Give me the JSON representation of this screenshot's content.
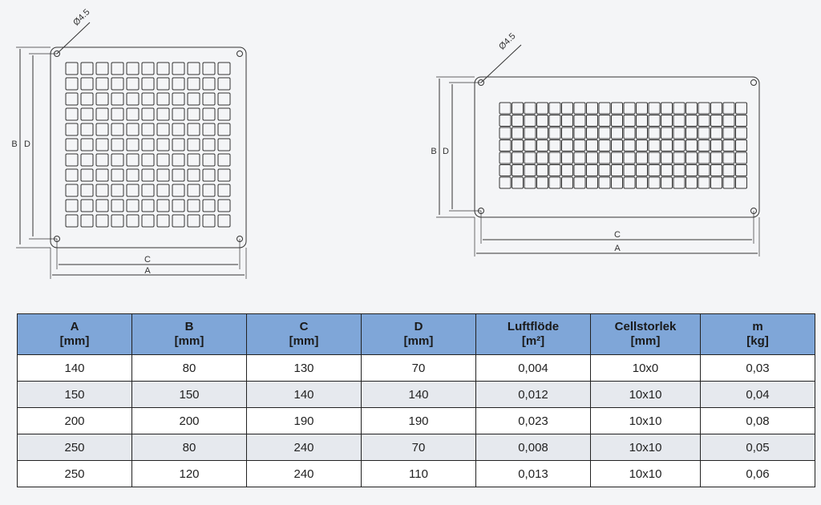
{
  "drawings": {
    "left": {
      "hole_label": "Ø4.5",
      "label_a": "A",
      "label_b": "B",
      "label_c": "C",
      "label_d": "D",
      "grid_cols": 11,
      "grid_rows": 11
    },
    "right": {
      "hole_label": "Ø4.5",
      "label_a": "A",
      "label_b": "B",
      "label_c": "C",
      "label_d": "D",
      "grid_cols": 20,
      "grid_rows": 7
    }
  },
  "table": {
    "headers": [
      {
        "line1": "A",
        "line2": "[mm]"
      },
      {
        "line1": "B",
        "line2": "[mm]"
      },
      {
        "line1": "C",
        "line2": "[mm]"
      },
      {
        "line1": "D",
        "line2": "[mm]"
      },
      {
        "line1": "Luftflöde",
        "line2": "[m²]"
      },
      {
        "line1": "Cellstorlek",
        "line2": "[mm]"
      },
      {
        "line1": "m",
        "line2": "[kg]"
      }
    ],
    "rows": [
      [
        "140",
        "80",
        "130",
        "70",
        "0,004",
        "10x0",
        "0,03"
      ],
      [
        "150",
        "150",
        "140",
        "140",
        "0,012",
        "10x10",
        "0,04"
      ],
      [
        "200",
        "200",
        "190",
        "190",
        "0,023",
        "10x10",
        "0,08"
      ],
      [
        "250",
        "80",
        "240",
        "70",
        "0,008",
        "10x10",
        "0,05"
      ],
      [
        "250",
        "120",
        "240",
        "110",
        "0,013",
        "10x10",
        "0,06"
      ]
    ]
  },
  "colors": {
    "header_bg": "#7fa6d8",
    "line": "#333333",
    "row_alt": "#e6e9ee"
  }
}
